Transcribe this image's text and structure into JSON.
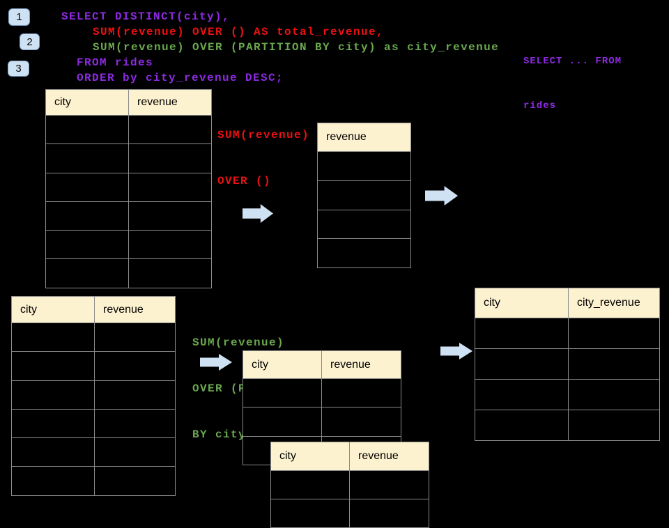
{
  "colors": {
    "background": "#000000",
    "code_purple": "#8d2be2",
    "code_red": "#ee1111",
    "code_green": "#6aa84f",
    "table_header_bg": "#fdf2cf",
    "table_border": "#8b8b8b",
    "arrow_fill": "#cfe2f3",
    "badge_fill": "#cfe2f3"
  },
  "steps": [
    {
      "label": "1"
    },
    {
      "label": "2"
    },
    {
      "label": "3"
    }
  ],
  "code": {
    "lines": [
      {
        "text": "SELECT DISTINCT(city),",
        "color": "purple",
        "indent": 0
      },
      {
        "text": "SUM(revenue) OVER () AS total_revenue,",
        "color": "red",
        "indent": 2
      },
      {
        "text": "SUM(revenue) OVER (PARTITION BY city) as city_revenue",
        "color": "green",
        "indent": 2
      },
      {
        "text": "FROM rides",
        "color": "purple",
        "indent": 1
      },
      {
        "text": "ORDER by city_revenue DESC;",
        "color": "purple",
        "indent": 1
      }
    ]
  },
  "side_note": {
    "line1": "SELECT ... FROM",
    "line2": "rides"
  },
  "annotations": {
    "total_revenue": {
      "line1": "SUM(revenue)",
      "line2": "OVER ()"
    },
    "partition": {
      "line1": "SUM(revenue)",
      "line2": "OVER (PARTITION",
      "line3": "BY city)"
    }
  },
  "tables": {
    "rides_top": {
      "headers": [
        "city",
        "revenue"
      ],
      "rows": 6
    },
    "total_result": {
      "headers": [
        "revenue"
      ],
      "rows": 4
    },
    "rides_bottom": {
      "headers": [
        "city",
        "revenue"
      ],
      "rows": 6
    },
    "partition_mid": {
      "headers": [
        "city",
        "revenue"
      ],
      "rows": 3
    },
    "partition_overlay": {
      "headers": [
        "city",
        "revenue"
      ],
      "rows": 2
    },
    "city_revenue_result": {
      "headers": [
        "city",
        "city_revenue"
      ],
      "rows": 4
    }
  }
}
